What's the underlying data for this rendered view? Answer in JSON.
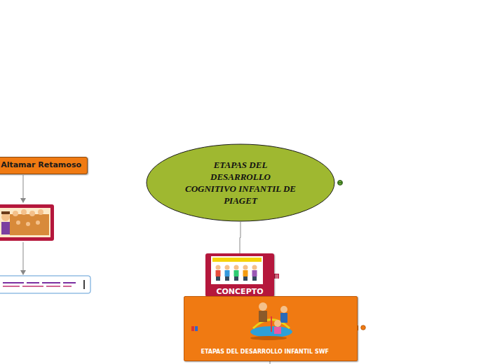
{
  "diagram": {
    "nodes": [
      {
        "text": [
          "ETAPAS DEL DESARROLLO COGNITIVO INFANTIL DE PIAGET"
        ]
      },
      {
        "text": [
          "Altamar Retamoso"
        ]
      },
      {
        "text": [
          "CONCEPTO"
        ]
      },
      {
        "text": [
          "ETAPAS DEL DESARROLLO INFANTIL SWF"
        ]
      }
    ],
    "edges": [
      {
        "from": 0,
        "to": 2,
        "arrow": "none"
      }
    ]
  }
}
